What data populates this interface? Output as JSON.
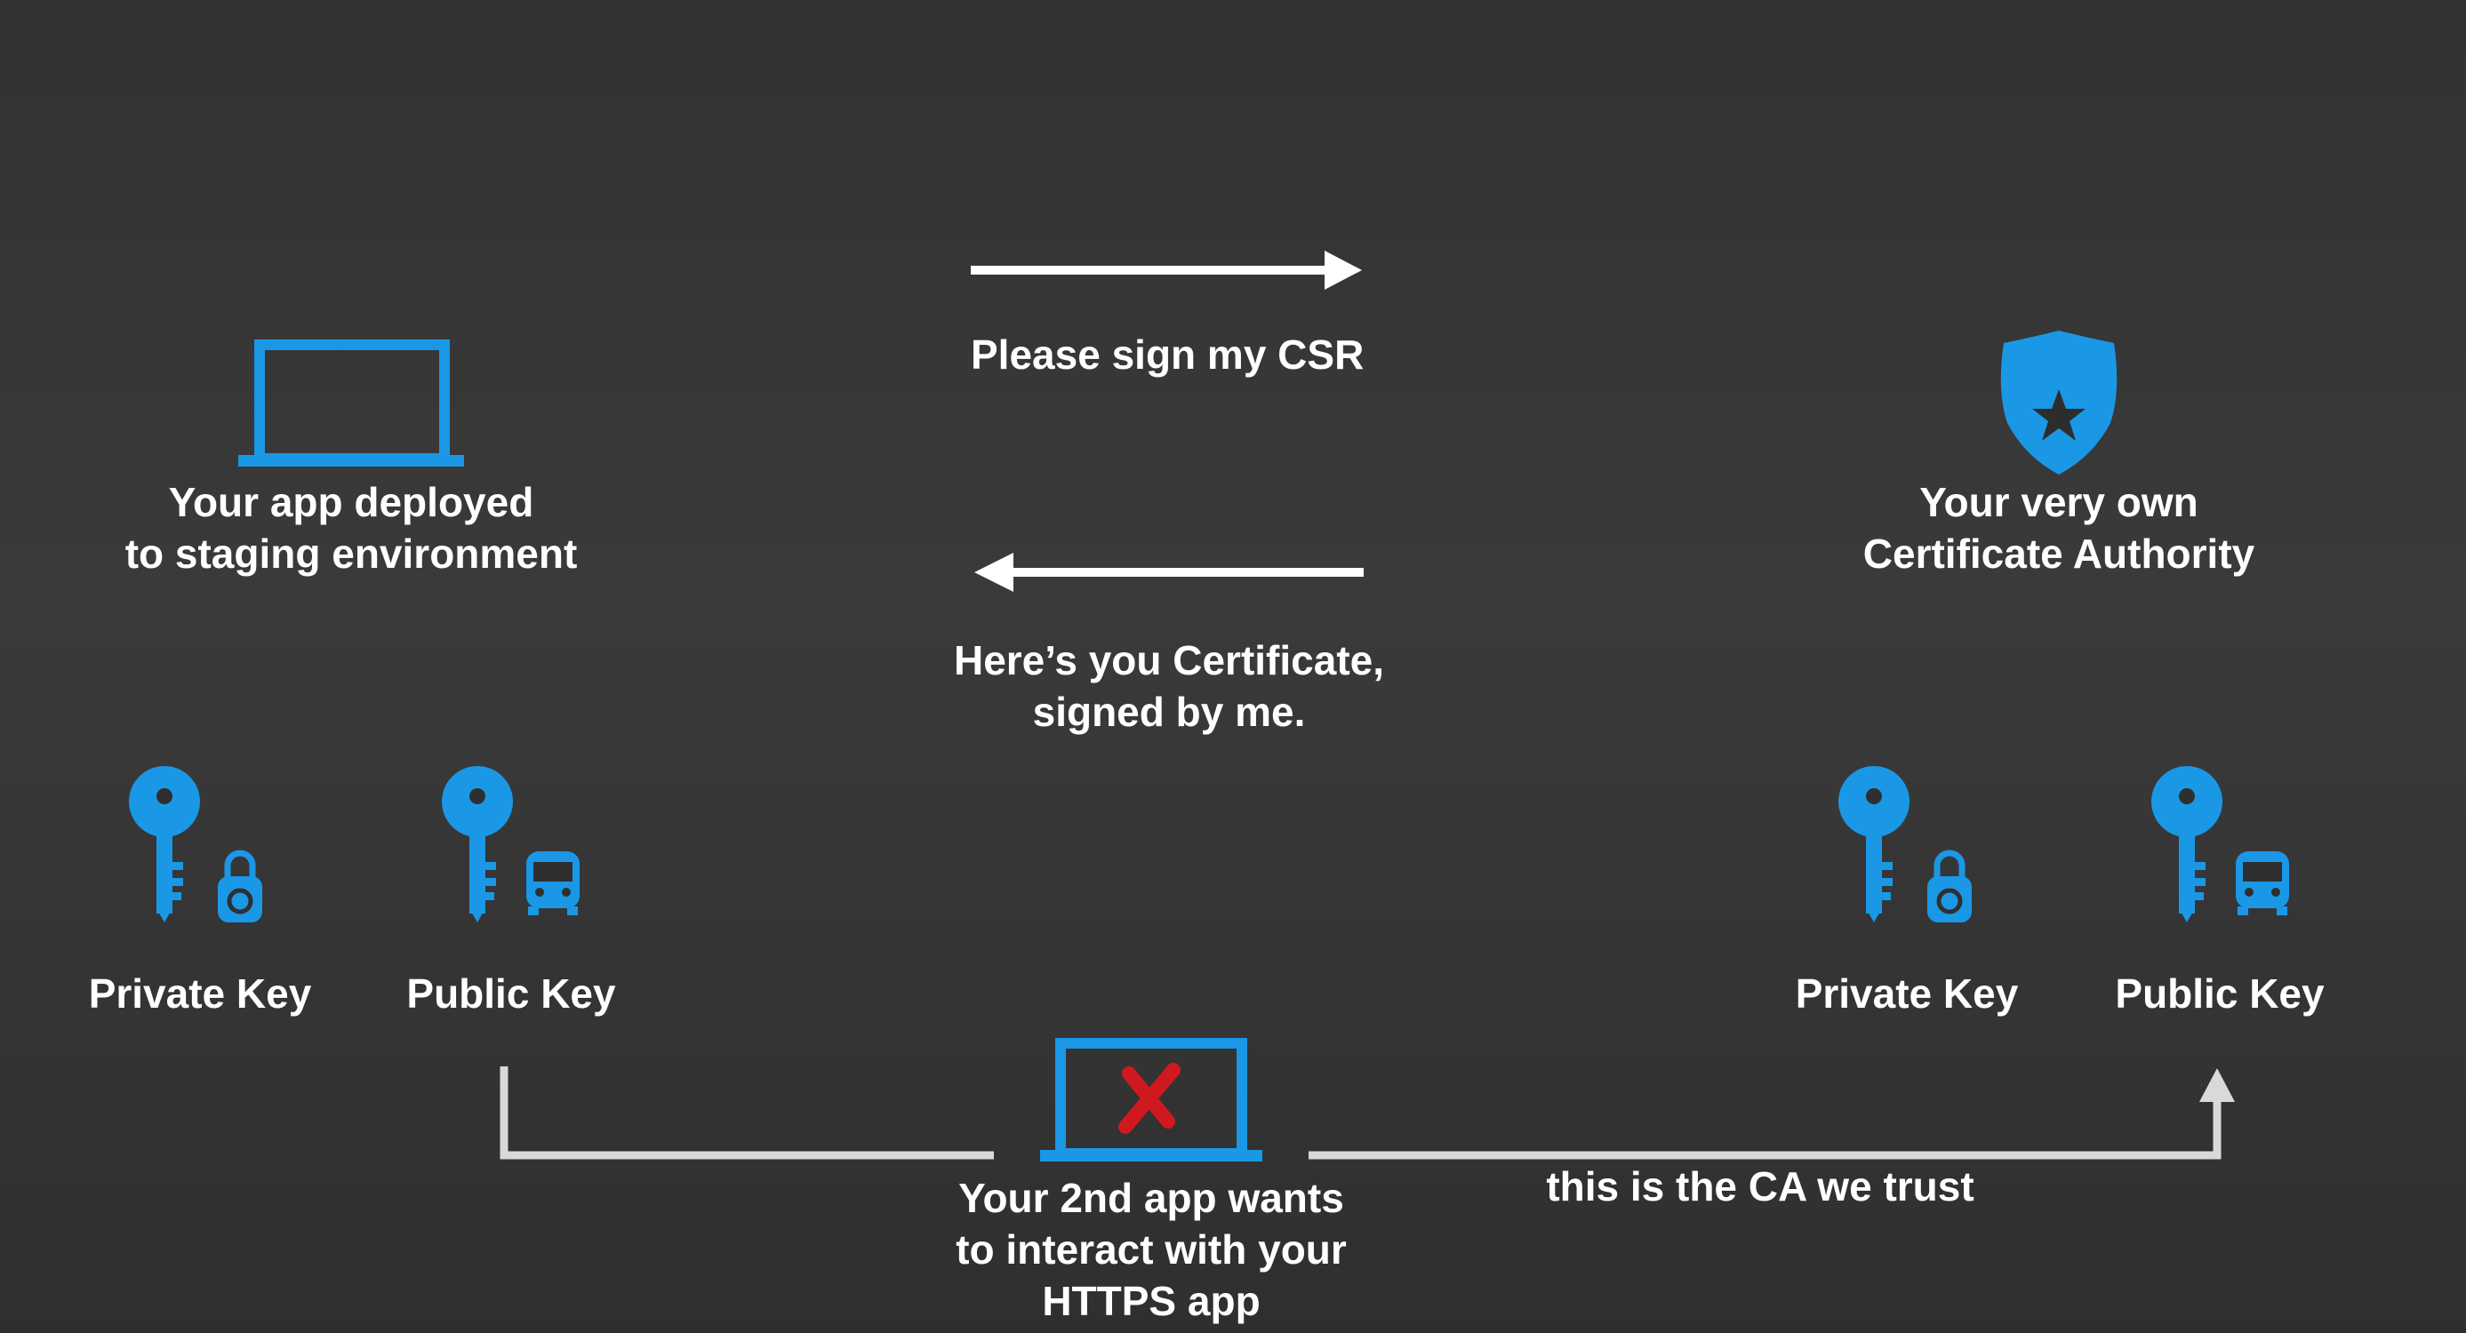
{
  "labels": {
    "sign_request": "Please sign my CSR",
    "cert_reply_line1": "Here’s you Certificate,",
    "cert_reply_line2": "signed by me.",
    "app_line1": "Your app deployed",
    "app_line2": "to staging environment",
    "ca_line1": "Your very own",
    "ca_line2": "Certificate Authority",
    "left_private": "Private Key",
    "left_public": "Public Key",
    "right_private": "Private Key",
    "right_public": "Public Key",
    "second_app_line1": "Your 2nd app wants",
    "second_app_line2": "to interact with your",
    "second_app_line3": "HTTPS app",
    "trust": "this is the CA we trust"
  },
  "colors": {
    "background": "#363636",
    "accent_blue": "#1a98e6",
    "text": "#ffffff",
    "connector": "#d9d9d9",
    "reject_red": "#d0191e"
  },
  "icons": [
    "laptop-icon",
    "shield-star-icon",
    "key-icon",
    "padlock-icon",
    "bus-icon",
    "laptop-x-icon"
  ]
}
